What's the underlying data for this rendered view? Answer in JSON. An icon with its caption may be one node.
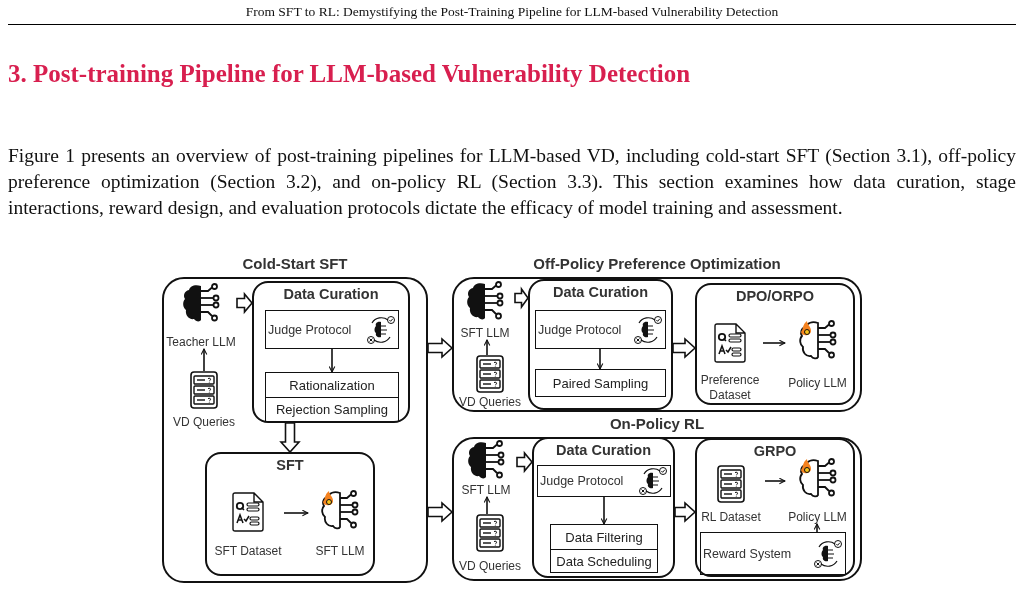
{
  "diagram": {
    "title": "3. Post-training Pipeline for LLM-based Vulnerability Detection",
    "nodes": [
      {
        "text": [
          "Cold-Start SFT"
        ]
      },
      {
        "text": [
          "Teacher LLM"
        ],
        "in": 0
      },
      {
        "text": [
          "VD Queries"
        ],
        "in": 0
      },
      {
        "text": [
          "Data Curation"
        ],
        "in": 0
      },
      {
        "text": [
          "Judge Protocol"
        ],
        "in": 3
      },
      {
        "text": [
          "Rationalization"
        ],
        "in": 3
      },
      {
        "text": [
          "Rejection Sampling"
        ],
        "in": 3
      },
      {
        "text": [
          "SFT"
        ],
        "in": 0
      },
      {
        "text": [
          "SFT Dataset"
        ],
        "in": 7
      },
      {
        "text": [
          "SFT LLM"
        ],
        "in": 7
      },
      {
        "text": [
          "Off-Policy Preference Optimization"
        ]
      },
      {
        "text": [
          "SFT LLM"
        ],
        "in": 10
      },
      {
        "text": [
          "VD Queries"
        ],
        "in": 10
      },
      {
        "text": [
          "Data Curation"
        ],
        "in": 10
      },
      {
        "text": [
          "Judge Protocol"
        ],
        "in": 13
      },
      {
        "text": [
          "Paired Sampling"
        ],
        "in": 13
      },
      {
        "text": [
          "DPO/ORPO"
        ],
        "in": 10
      },
      {
        "text": [
          "Preference Dataset"
        ],
        "in": 16
      },
      {
        "text": [
          "Policy LLM"
        ],
        "in": 16
      },
      {
        "text": [
          "On-Policy RL"
        ]
      },
      {
        "text": [
          "SFT LLM"
        ],
        "in": 19
      },
      {
        "text": [
          "VD Queries"
        ],
        "in": 19
      },
      {
        "text": [
          "Data Curation"
        ],
        "in": 19
      },
      {
        "text": [
          "Judge Protocol"
        ],
        "in": 22
      },
      {
        "text": [
          "Data Filtering"
        ],
        "in": 22
      },
      {
        "text": [
          "Data Scheduling"
        ],
        "in": 22
      },
      {
        "text": [
          "GRPO"
        ],
        "in": 19
      },
      {
        "text": [
          "RL Dataset"
        ],
        "in": 26
      },
      {
        "text": [
          "Policy LLM"
        ],
        "in": 26
      },
      {
        "text": [
          "Reward System"
        ],
        "in": 26
      }
    ],
    "edges": [
      {
        "from": 2,
        "to": 1,
        "arrow": "to"
      },
      {
        "from": 1,
        "to": 3,
        "arrow": "to",
        "style": "thick"
      },
      {
        "from": 4,
        "to": 5,
        "arrow": "to"
      },
      {
        "from": 3,
        "to": 7,
        "arrow": "to",
        "style": "thick"
      },
      {
        "from": 8,
        "to": 9,
        "arrow": "to"
      },
      {
        "from": 0,
        "to": 10,
        "arrow": "to",
        "style": "thick"
      },
      {
        "from": 0,
        "to": 19,
        "arrow": "to",
        "style": "thick"
      },
      {
        "from": 12,
        "to": 11,
        "arrow": "to"
      },
      {
        "from": 11,
        "to": 13,
        "arrow": "to",
        "style": "thick"
      },
      {
        "from": 14,
        "to": 15,
        "arrow": "to"
      },
      {
        "from": 13,
        "to": 16,
        "arrow": "to",
        "style": "thick"
      },
      {
        "from": 17,
        "to": 18,
        "arrow": "to"
      },
      {
        "from": 21,
        "to": 20,
        "arrow": "to"
      },
      {
        "from": 20,
        "to": 22,
        "arrow": "to",
        "style": "thick"
      },
      {
        "from": 23,
        "to": 24,
        "arrow": "to"
      },
      {
        "from": 22,
        "to": 26,
        "arrow": "to",
        "style": "thick"
      },
      {
        "from": 27,
        "to": 28,
        "arrow": "to"
      },
      {
        "from": 29,
        "to": 28,
        "arrow": "to"
      }
    ],
    "labels": [
      "From SFT to RL: Demystifying the Post-Training Pipeline for LLM-based Vulnerability Detection",
      "Figure 1 presents an overview of post-training pipelines for LLM-based VD, including cold-start SFT (Section 3.1), off-policy preference optimization (Section 3.2), and on-policy RL (Section 3.3). This section examines how data curation, stage interactions, reward design, and evaluation protocols dictate the efficacy of model training and assessment."
    ]
  }
}
